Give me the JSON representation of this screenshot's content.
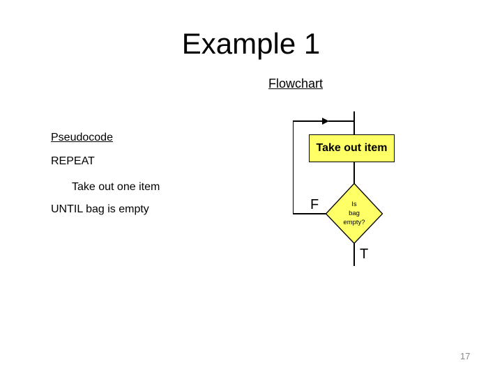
{
  "slide": {
    "title": "Example 1",
    "page_number": "17",
    "background_color": "#FFFFFF",
    "text_color": "#000000",
    "page_number_color": "#8A8A8A"
  },
  "pseudocode": {
    "heading": "Pseudocode",
    "lines": [
      "REPEAT",
      "Take out one item",
      "UNTIL bag is empty"
    ]
  },
  "flowchart": {
    "heading": "Flowchart",
    "process_label": "Take out item",
    "decision_label": "Is\nbag\nempty?",
    "false_label": "F",
    "true_label": "T",
    "shape_fill": "#FFFF66",
    "shape_border": "#000000",
    "line_color": "#000000"
  }
}
